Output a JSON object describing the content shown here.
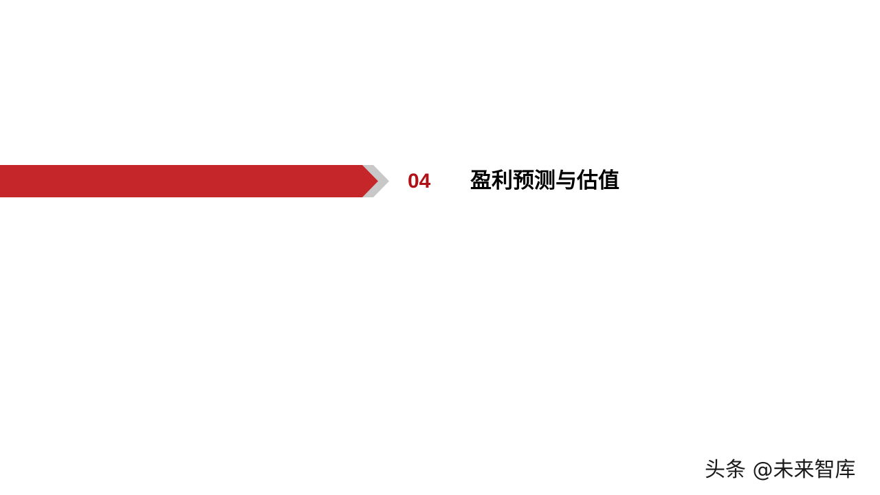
{
  "slide": {
    "section_number": "04",
    "section_title": "盈利预测与估值",
    "watermark": "头条 @未来智库"
  },
  "colors": {
    "banner_red": "#c4262a",
    "chevron_gray": "#c8c8c8",
    "number_red": "#b01117",
    "title_black": "#000000"
  }
}
